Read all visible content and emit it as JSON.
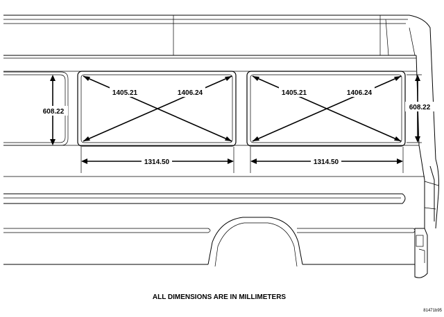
{
  "diagram": {
    "footer_note": "ALL DIMENSIONS ARE IN MILLIMETERS",
    "figure_id": "81471b95",
    "windows": [
      {
        "diag_left": "1405.21",
        "diag_right": "1406.24",
        "width": "1314.50",
        "height": "608.22"
      },
      {
        "diag_left": "1405.21",
        "diag_right": "1406.24",
        "width": "1314.50",
        "height": "608.22"
      }
    ]
  }
}
